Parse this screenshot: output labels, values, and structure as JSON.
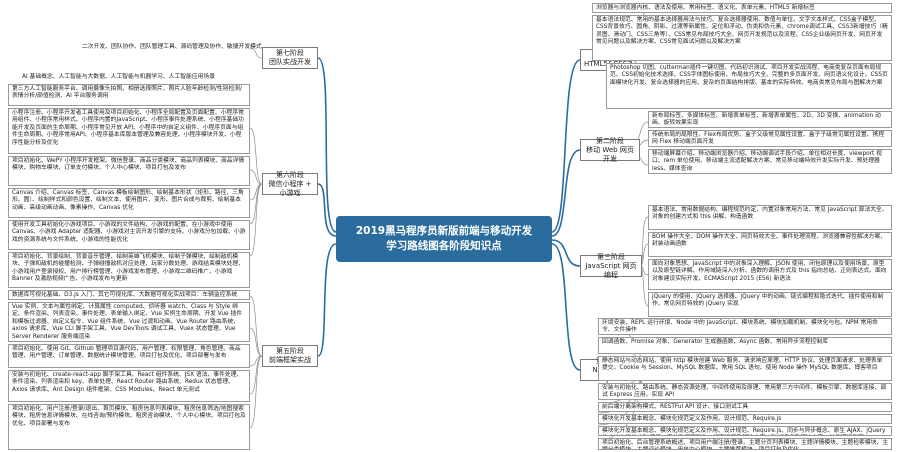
{
  "center": {
    "line1": "2019黑马程序员新版前端与移动开发",
    "line2": "学习路线图各阶段知识点"
  },
  "stages": {
    "s1": {
      "line1": "第一阶段",
      "line2": "HTML5&CSS3"
    },
    "s2": {
      "line1": "第二阶段",
      "line2": "移动 Web 网页开发"
    },
    "s3": {
      "line1": "第三阶段",
      "line2": "JavaScript 网页编程"
    },
    "s4": {
      "line1": "第四阶段",
      "line2": "Node.js 与 AJAX"
    },
    "s5": {
      "line1": "第五阶段",
      "line2": "前端框架实战"
    },
    "s6": {
      "line1": "第六阶段",
      "line2": "微信小程序 + 小游戏"
    },
    "s7": {
      "line1": "第七阶段",
      "line2": "团队实战开发"
    }
  },
  "s1_leaves": [
    "浏览器与浏览器内核、语法及使用、常用标签、语义化、表单元素、HTML5 新增标签",
    "基本语法规范、常用的基本选择器用法与技巧、复合选择器使用、数值与单位、文字文本样式、CSS盒子模型、CSS背景技巧、圆角、阴影、过渡等新属性、定位和浮动、伪类和伪元素、chrome调试工具、CSS3新增技巧（精灵图、滑动门、CSS三角等）、CSS常见布局技巧大全、网页开发规范以及流程、CSS企业级网页开发、网页开发常见问题以及解决方案、CSS常见面试问题以及解决方案",
    "Photoshop 切图、cutterman插件一键切图、代码初识测试、项目开发实战流程、电商类复杂页面布局规范、CSS初始化技术选择、CSS字体图标使用、布局技巧大全、完整的多页面开发、网页语义化设计、CSS页面模块化开发、复合选择器的应用、复杂的页面结构排版、基本的实际特效、电商类常见布局与图解决方案"
  ],
  "s2_leaves": [
    "新布局标签、多媒体标签、新增表单标签、新增表单属性、2D、3D 变换、animation 动画、旋转效果实现",
    "传统布局的局限性、Flex布局优势、盒子父级常见属性设置、盒子子级常见属性设置、携程网 Flex 移动端页面开发",
    "移动端屏幕介绍、移动端浏览器介绍、移动端调试手段介绍、单位相对长度、viewport 视口、rem 单位使用、移动端主流适配解决方案、常见移动端特效开发实际开发、预处理器 less、媒体查询"
  ],
  "s3_leaves": [
    "基本语法、常用数据结构、编程规范约定、内置对象常用方法、常见 JavaScript 算法大全、对象的创建方式和 this 讲解、构造函数",
    "BOM 操作大全、DOM 操作大全、网页特效大全、事件处理流程、浏览器兼容性解决方案、封装动画函数",
    "面向对象思想、JavaScript 中的对象深入理解、JSON 使用、闭包原理以及使用场景、原型以及原型链详解、作用域链深入分析、函数的调用方式及 this 指向总结、正则表达式、面向对象建设实际开发、ECMAScript 2015 (ES6) 新语法",
    "jQuery 的使用、jQuery 选择器、jQuery 中的动画、链式编程和隐式迭代、插件使用和制作、常见网页特效的 jQuery 实现"
  ],
  "s4_leaves": [
    "环境安装、REPL 运行环境、Node 中的 JavaScript、模块系统、模块加载机制、模块化与包、NPM 常用命令、文件操作",
    "回调函数、Promise 对象、Generator 生成器函数、Async 函数、常用异步流程控制库",
    "静态网站与动态网站、使用 http 模块创建 Web 服务、请求响应原理、HTTP 协议、处理页面请求、处理表单提交、Cookie 与 Session、MySQL 数据库、常用 SQL 语句、使用 Node 操作 MySQL 数据库、博客项目",
    "安装与初始化、路由系统、静态资源处理、中间件使用及原理、常用第三方中间件、模板引擎、数据库连接、调试 Express 应用、实现 API",
    "前后端分离架构模式、RESTFul API 设计、接口测试工具",
    "模块化开发基本概念、模块化规范定义及作用、设计规范、Require.js",
    "模块化开发基本概念、模块化规范定义及作用、设计规范、Require.js、同步与异步概念、原生 AJAX、jQuery 的 AJAX 相关 API 使用、表单数据序列化、缓存问题及解决方案、跨域请求及解决方案、前端模板引擎",
    "项目初始化、后台管理系统概述、项目用户端注册/登录、主题分页列表模块、主题详情模块、主题检索模块、主题分类模块、主题评论模块、用户中心模块、主题推荐模块、项目打包及优化"
  ],
  "s5_leaves": [
    "数据库可视化基础、D3.js 入门、其它可视化库、大数据可视化实战项目：车辆监控系统",
    "Vue 实例、文本与属性绑定、计算属性 computed、侦听器 watch、Class 与 Style 绑定、条件渲染、列表渲染、事件处理、表单输入绑定、Vue 实例生命周期、开发 Vue 插件和模板过滤器、自定义指令、Vue 组件系统、Vue 过渡和动画、Vue Router 路由系统、axios 请求库、Vue CLI 脚手架工具、Vue DevTools 调试工具、Vuex 状态管理、Vue Server Renderer 服务端渲染",
    "项目初始化、使用 Git、Github 管理项目源代码、用户管理、权限管理、角色管理、商品管理、用户管理、订单管理、数据统计模块管理、项目打包及优化、项目部署与发布",
    "安装与初始化、create-react-app 脚手架工具、React 组件系统、JSX 语法、事件处理、条件渲染、列表渲染和 key、表单处理、React Router 路由系统、Redux 状态管理、Axios 请求库、Ant Design 组件框架、CSS Modules、React 单元测试",
    "项目初始化、用户注册/登录/退出、首页模块、租房信息列表模块、租房信息筛选/地图搜索模块、租房信息详情模块、在线咨询/预约模块、租房咨询模块、个人中心模块、项目打包及优化、项目部署与发布"
  ],
  "s6_leaves": [
    "小程序注册、小程序开发者工具使用及项目初始化、小程序全局配置及页面配置、小程序常用组件、小程序常用样式、小程序内置的JavaScript、小程序事件处理系统、小程序基础功能开发及页面的生命周期、小程序常见开放 API、小程序中的自定义组件、小程序页面与组件生命周期、小程序常用API、小程序基本库版本管理及兼容处理、小程序模块开发、小程序性能分析及优化",
    "项目初始化、WePY 小程序开发框架、微信登录、商品分类模块、商品列表模块、商品详情模块、购物车模块、订单支付模块、个人中心模块、项目打包及发布",
    "Canvas 介绍、Canvas 标签、Canvas 模板绘制图形、绘制基本形状（矩形、路径、三角形、圆）、绘制样式和颜色设置、绘制文本、使用图片、变形、图片合成与裁剪、绘制基本动画、高级动画动画、像素操作、Canvas 优化",
    "使用开发工具初始化小游戏项目、小游戏的文件结构、小游戏的配置、在小游戏中使用 Canvas、小游戏 Adapter 适配器、小游戏对主流开发引擎的支持、小游戏分包加载、小游戏的资源系统与文件系统、小游戏的性能优化",
    "项目初始化、背景绘制、背景音乐管理、绘制英雄飞机模块、绘制子弹模块、绘制敌机模块、子弹和敌机的碰撞检测、子弹碰撞敌机对应处理、玩家分数处理、游戏结束模块处理、小游戏用户登录授权、用户排行榜管理、小游戏发布管理、小游戏二维码推广、小游戏 Banner 及激励视频广告、小游戏发布与更新"
  ],
  "s6_top": [
    "AI 基础概念、人工智能与大数据、人工智能与机器学习、人工智能应用场景",
    "第三方人工智能服务平台、调用摄像头拍照、相册选择照片、照片人脸年龄检测/性别检测/表情分析/颜值检测、AI 平台服务调用"
  ],
  "s7_leaf": "二次开发、团队协作、团队管理工具、源码管理及协作、敏捷开发模式"
}
